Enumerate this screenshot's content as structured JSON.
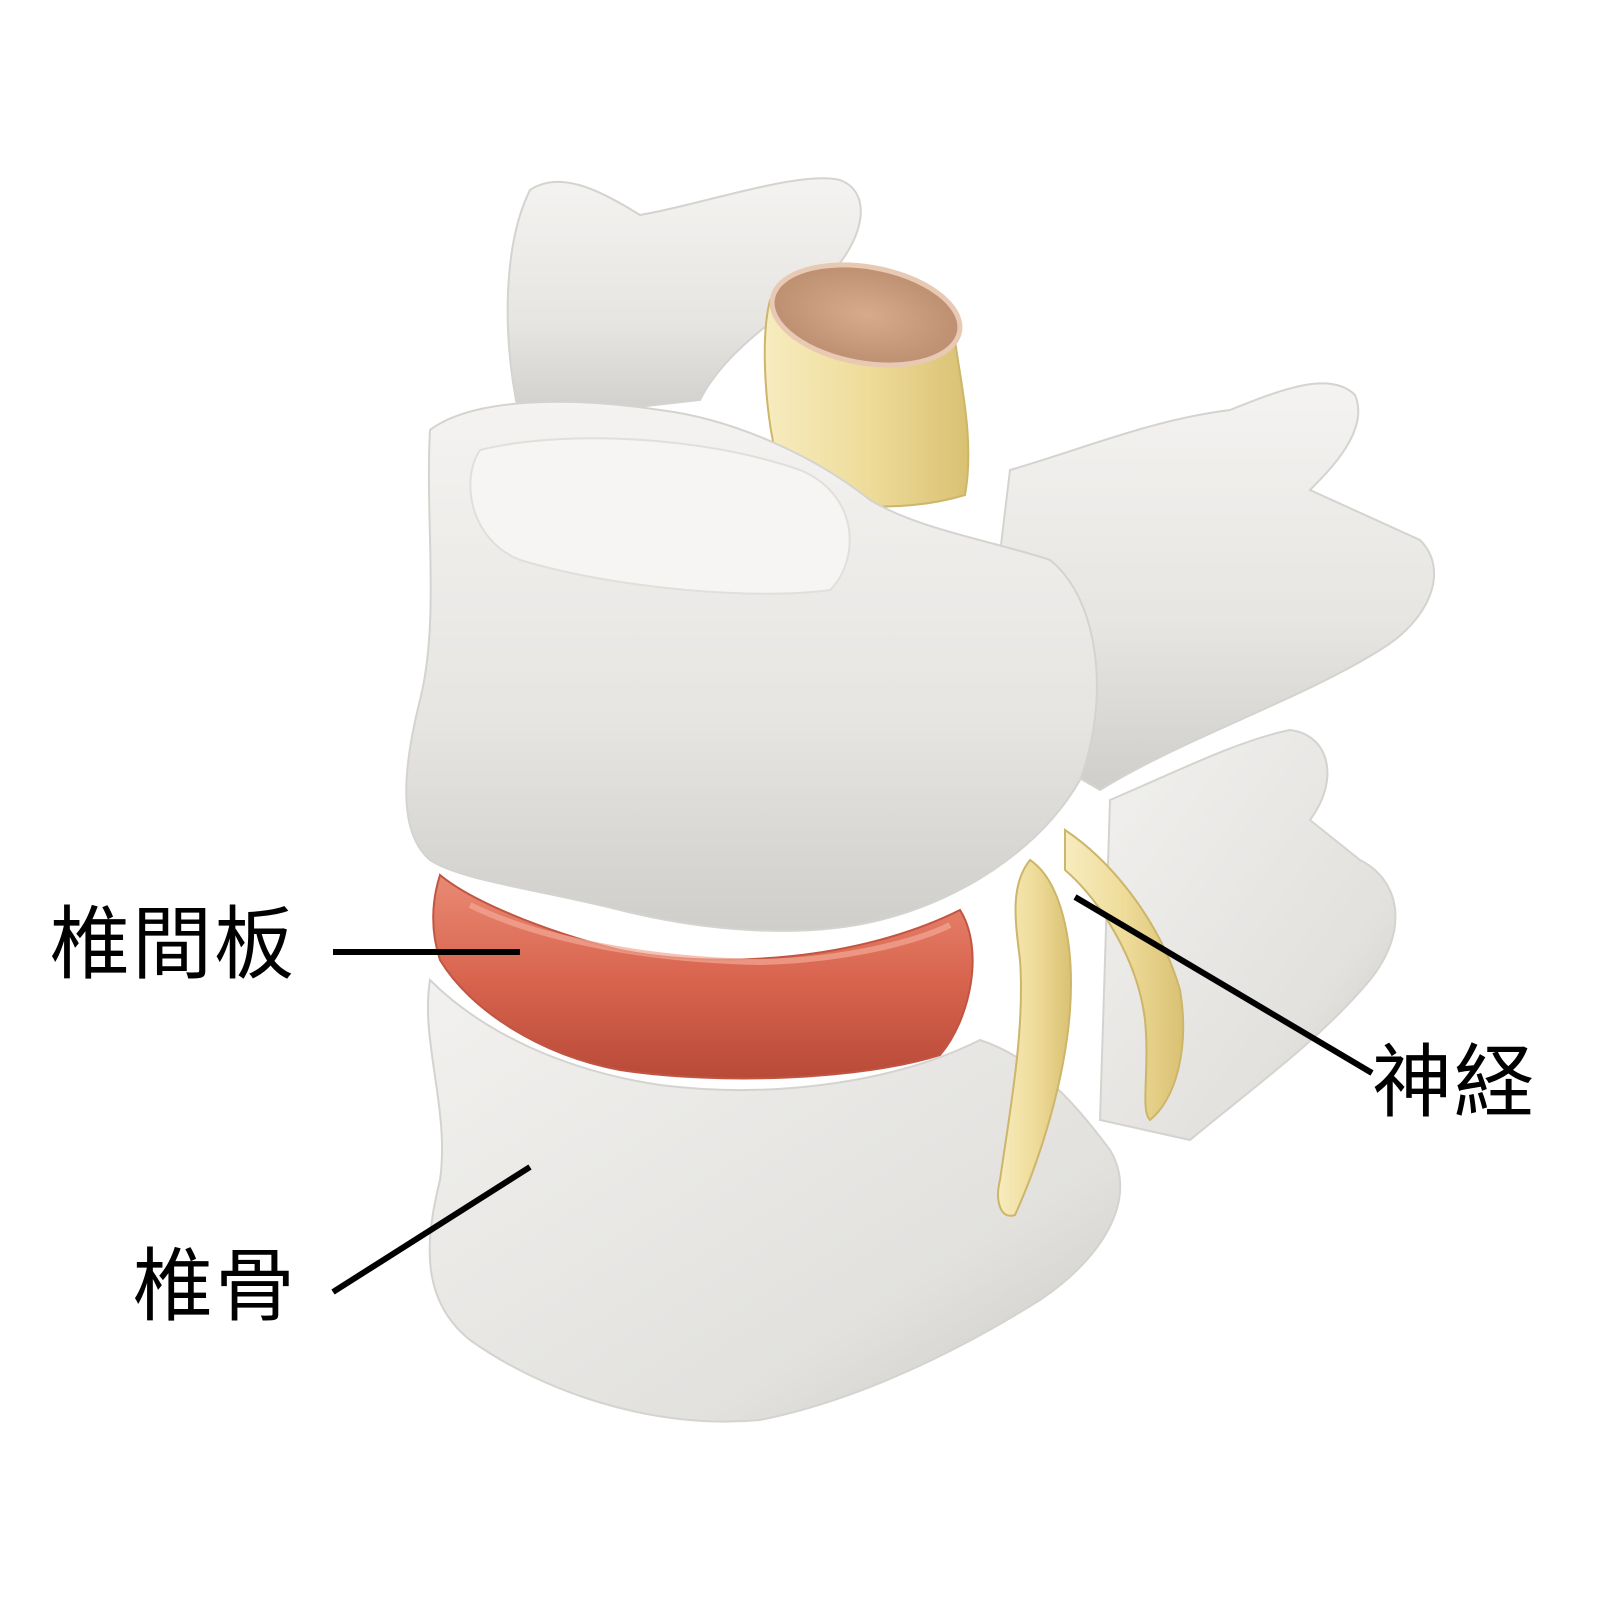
{
  "labels": {
    "intervertebral_disc": "椎間板",
    "vertebra": "椎骨",
    "nerve": "神経"
  },
  "colors": {
    "background": "#ffffff",
    "bone": "#ecebe8",
    "bone_shadow": "#c9c8c4",
    "disc": "#d9654f",
    "nerve": "#efdc9a",
    "spinal_cord_cut": "#c99b7c",
    "leader_line": "#000000"
  }
}
